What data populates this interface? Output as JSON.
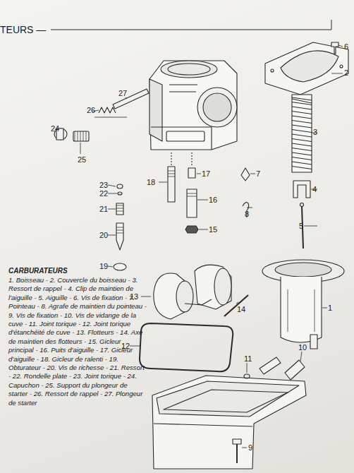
{
  "diagram": {
    "title": "CARBURATEURS",
    "caption": "1. Boisseau - 2. Couvercle du boisseau - 3. Ressort de rappel - 4. Clip de maintien de l'aiguille - 5. Aiguille - 6. Vis de fixation - 7. Pointeau - 8. Agrafe de maintien du pointeau - 9. Vis de fixation - 10. Vis de vidange de la cuve - 11. Joint torique - 12. Joint torique d'étanchéité de cuve - 13. Flotteurs - 14. Axe de maintien des flotteurs - 15. Gicleur principal - 16. Puits d'aiguille - 17. Gicleur d'aiguille - 18. Gicleur de ralenti - 19. Obturateur - 20. Vis de richesse - 21. Ressort - 22. Rondelle plate - 23. Joint torique - 24. Capuchon - 25. Support du plongeur de starter - 26. Ressort de rappel - 27. Plongeur de starter",
    "labels": [
      "TEURS —",
      "6",
      "2",
      "27",
      "26",
      "24",
      "25",
      "3",
      "23",
      "17",
      "7",
      "22",
      "18",
      "4",
      "21",
      "16",
      "8",
      "20",
      "15",
      "5",
      "19",
      "13",
      "14",
      "1",
      "12",
      "10",
      "11",
      "9"
    ]
  }
}
